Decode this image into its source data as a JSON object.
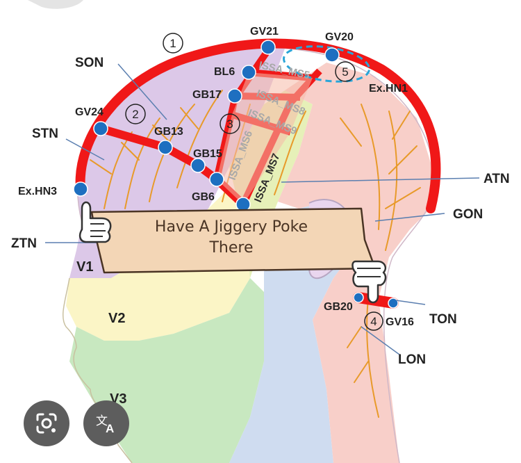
{
  "sign": {
    "line1": "Have A Jiggery Poke",
    "line2": "There"
  },
  "nerves": {
    "son": "SON",
    "stn": "STN",
    "ztn": "ZTN",
    "atn": "ATN",
    "gon": "GON",
    "ton": "TON",
    "lon": "LON"
  },
  "zones": {
    "v1": "V1",
    "v2": "V2",
    "v3": "V3"
  },
  "points": {
    "gv21": "GV21",
    "gv20": "GV20",
    "gv24": "GV24",
    "gv16": "GV16",
    "bl6": "BL6",
    "gb17": "GB17",
    "gb13": "GB13",
    "gb15": "GB15",
    "gb6": "GB6",
    "gb20": "GB20",
    "exhn1": "Ex.HN1",
    "exhn3": "Ex.HN3"
  },
  "lines": {
    "ms5": "ISSA_MS5",
    "ms8": "ISSA_MS8",
    "ms9": "ISSA_MS9",
    "ms6": "ISSA_MS6",
    "ms7": "ISSA_MS7"
  },
  "markers": {
    "m1": "①",
    "m2": "②",
    "m3": "③",
    "m4": "④",
    "m5": "⑤"
  },
  "colors": {
    "ophthalmic_zone": "#dcc8e8",
    "maxillary_zone": "#fbf5c6",
    "mandibular_zone": "#c8e8c0",
    "lesser_occipital_zone": "#f8cfc9",
    "cervical_zone": "#cfdcf0",
    "nerve_lines": "#e89a2a",
    "stimulation_line": "#f01818",
    "acupoint": "#1e6fc0",
    "sign": "#f3d6b6",
    "action_button": "#5d5d5d"
  },
  "icons": {
    "pointer_hand": "pointing-up-hand-icon",
    "thumbs_down": "thumbs-down-hand-icon",
    "lens_button": "google-lens-icon",
    "translate_button": "translate-icon"
  }
}
